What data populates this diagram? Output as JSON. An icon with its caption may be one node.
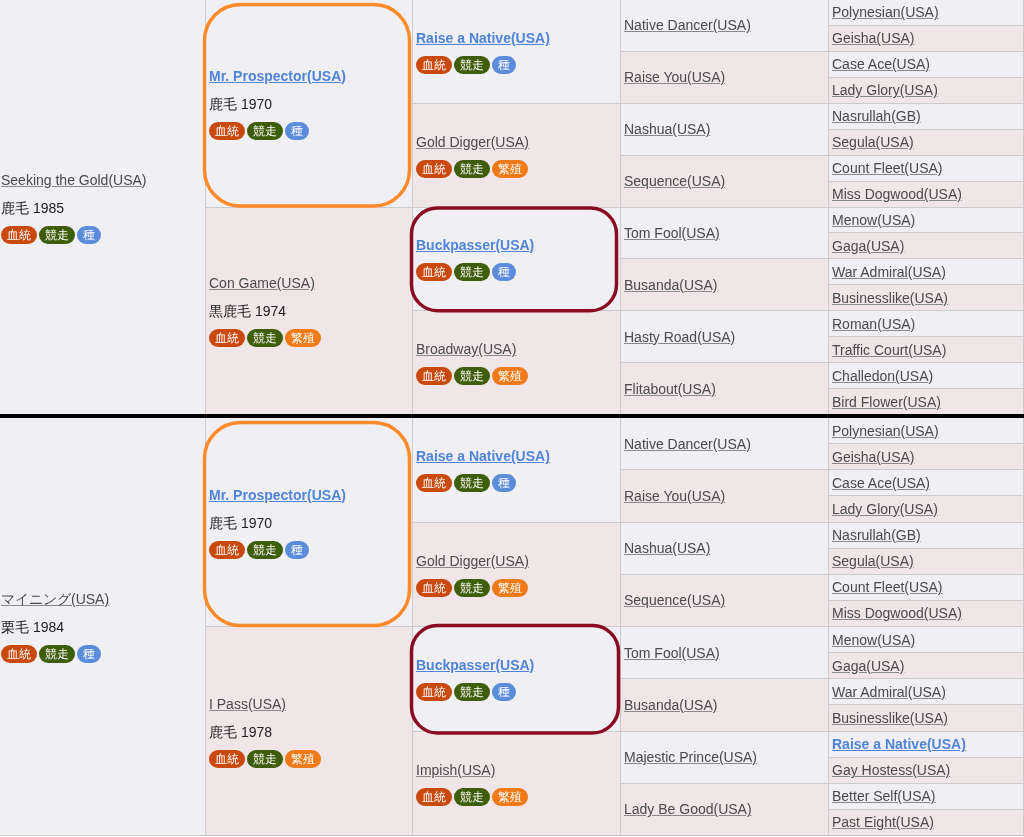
{
  "diagram": {
    "nodes": [
      {
        "text": [
          "Seeking the Gold(USA)",
          "鹿毛 1985",
          "血統",
          "競走",
          "種"
        ]
      },
      {
        "text": [
          "Mr. Prospector(USA)",
          "鹿毛 1970",
          "血統",
          "競走",
          "種"
        ]
      },
      {
        "text": [
          "Raise a Native(USA)",
          "血統",
          "競走",
          "種"
        ]
      },
      {
        "text": [
          "Native Dancer(USA)"
        ]
      },
      {
        "text": [
          "Polynesian(USA)"
        ]
      },
      {
        "text": [
          "Geisha(USA)"
        ]
      },
      {
        "text": [
          "Raise You(USA)"
        ]
      },
      {
        "text": [
          "Case Ace(USA)"
        ]
      },
      {
        "text": [
          "Lady Glory(USA)"
        ]
      },
      {
        "text": [
          "Gold Digger(USA)",
          "血統",
          "競走",
          "繁殖"
        ]
      },
      {
        "text": [
          "Nashua(USA)"
        ]
      },
      {
        "text": [
          "Nasrullah(GB)"
        ]
      },
      {
        "text": [
          "Segula(USA)"
        ]
      },
      {
        "text": [
          "Sequence(USA)"
        ]
      },
      {
        "text": [
          "Count Fleet(USA)"
        ]
      },
      {
        "text": [
          "Miss Dogwood(USA)"
        ]
      },
      {
        "text": [
          "Con Game(USA)",
          "黒鹿毛 1974",
          "血統",
          "競走",
          "繁殖"
        ]
      },
      {
        "text": [
          "Buckpasser(USA)",
          "血統",
          "競走",
          "種"
        ]
      },
      {
        "text": [
          "Tom Fool(USA)"
        ]
      },
      {
        "text": [
          "Menow(USA)"
        ]
      },
      {
        "text": [
          "Gaga(USA)"
        ]
      },
      {
        "text": [
          "Busanda(USA)"
        ]
      },
      {
        "text": [
          "War Admiral(USA)"
        ]
      },
      {
        "text": [
          "Businesslike(USA)"
        ]
      },
      {
        "text": [
          "Broadway(USA)",
          "血統",
          "競走",
          "繁殖"
        ]
      },
      {
        "text": [
          "Hasty Road(USA)"
        ]
      },
      {
        "text": [
          "Roman(USA)"
        ]
      },
      {
        "text": [
          "Traffic Court(USA)"
        ]
      },
      {
        "text": [
          "Flitabout(USA)"
        ]
      },
      {
        "text": [
          "Challedon(USA)"
        ]
      },
      {
        "text": [
          "Bird Flower(USA)"
        ]
      },
      {
        "text": [
          "マイニング(USA)",
          "栗毛 1984",
          "血統",
          "競走",
          "種"
        ]
      },
      {
        "text": [
          "Mr. Prospector(USA)",
          "鹿毛 1970",
          "血統",
          "競走",
          "種"
        ]
      },
      {
        "text": [
          "Raise a Native(USA)",
          "血統",
          "競走",
          "種"
        ]
      },
      {
        "text": [
          "Native Dancer(USA)"
        ]
      },
      {
        "text": [
          "Polynesian(USA)"
        ]
      },
      {
        "text": [
          "Geisha(USA)"
        ]
      },
      {
        "text": [
          "Raise You(USA)"
        ]
      },
      {
        "text": [
          "Case Ace(USA)"
        ]
      },
      {
        "text": [
          "Lady Glory(USA)"
        ]
      },
      {
        "text": [
          "Gold Digger(USA)",
          "血統",
          "競走",
          "繁殖"
        ]
      },
      {
        "text": [
          "Nashua(USA)"
        ]
      },
      {
        "text": [
          "Nasrullah(GB)"
        ]
      },
      {
        "text": [
          "Segula(USA)"
        ]
      },
      {
        "text": [
          "Sequence(USA)"
        ]
      },
      {
        "text": [
          "Count Fleet(USA)"
        ]
      },
      {
        "text": [
          "Miss Dogwood(USA)"
        ]
      },
      {
        "text": [
          "I Pass(USA)",
          "鹿毛 1978",
          "血統",
          "競走",
          "繁殖"
        ]
      },
      {
        "text": [
          "Buckpasser(USA)",
          "血統",
          "競走",
          "種"
        ]
      },
      {
        "text": [
          "Tom Fool(USA)"
        ]
      },
      {
        "text": [
          "Menow(USA)"
        ]
      },
      {
        "text": [
          "Gaga(USA)"
        ]
      },
      {
        "text": [
          "Busanda(USA)"
        ]
      },
      {
        "text": [
          "War Admiral(USA)"
        ]
      },
      {
        "text": [
          "Businesslike(USA)"
        ]
      },
      {
        "text": [
          "Impish(USA)",
          "血統",
          "競走",
          "繁殖"
        ]
      },
      {
        "text": [
          "Majestic Prince(USA)"
        ]
      },
      {
        "text": [
          "Raise a Native(USA)"
        ]
      },
      {
        "text": [
          "Gay Hostess(USA)"
        ]
      },
      {
        "text": [
          "Lady Be Good(USA)"
        ]
      },
      {
        "text": [
          "Better Self(USA)"
        ]
      },
      {
        "text": [
          "Past Eight(USA)"
        ]
      }
    ]
  }
}
